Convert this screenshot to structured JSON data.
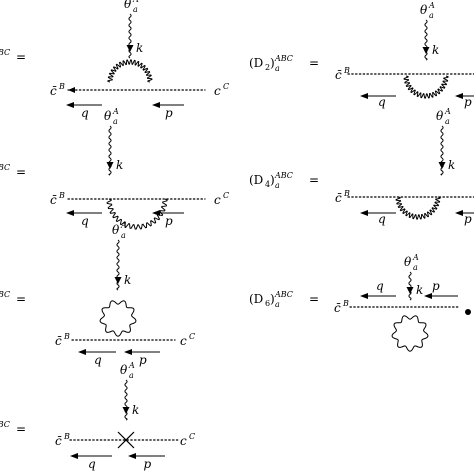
{
  "labels": {
    "theta": "θ",
    "theta_sub": "a",
    "theta_sup": "A",
    "k": "k",
    "q": "q",
    "p": "p",
    "cbar": "c̄",
    "cbar_sup": "B",
    "c": "c",
    "c_sup": "C",
    "eq": "="
  },
  "diagrams": [
    {
      "id": "D1",
      "lhs_visible": "BC =",
      "topology": "gluon-loop-on-ghost"
    },
    {
      "id": "D2",
      "lhs_name": "(D",
      "lhs_index": "2",
      "lhs_close": ")",
      "lhs_sub": "a",
      "lhs_sup": "ABC",
      "lhs_eq": "=",
      "topology": "gluon-arc-below"
    },
    {
      "id": "D3",
      "lhs_visible": "BC =",
      "topology": "gluon-arc-below-from-vertex"
    },
    {
      "id": "D4",
      "lhs_name": "(D",
      "lhs_index": "4",
      "lhs_close": ")",
      "lhs_sub": "a",
      "lhs_sup": "ABC",
      "lhs_eq": "=",
      "topology": "gluon-arc-below"
    },
    {
      "id": "D5",
      "lhs_visible": "BC =",
      "topology": "gluon-bubble-above"
    },
    {
      "id": "D6",
      "lhs_name": "(D",
      "lhs_index": "6",
      "lhs_close": ")",
      "lhs_sub": "a",
      "lhs_sup": "ABC",
      "lhs_eq": "=",
      "topology": "gluon-bubble-below"
    },
    {
      "id": "D7",
      "lhs_visible": "ABC =",
      "topology": "counterterm-cross"
    }
  ]
}
